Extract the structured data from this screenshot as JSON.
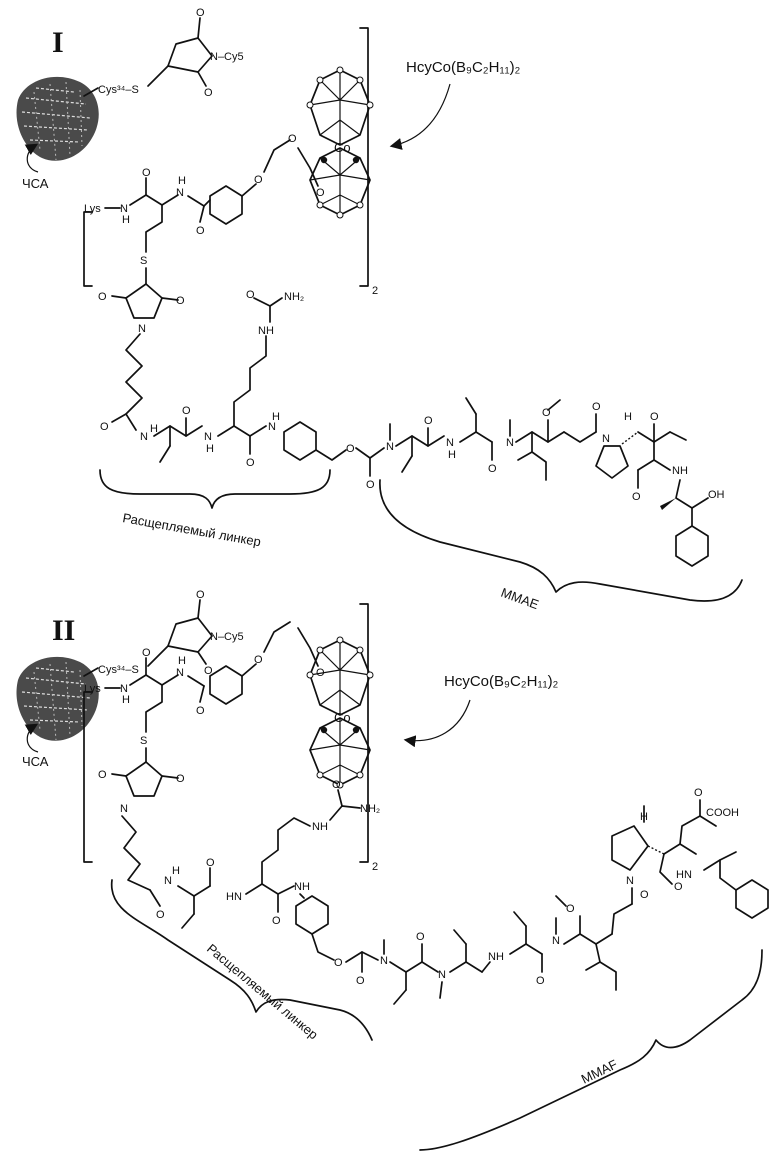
{
  "panels": [
    {
      "numeral": "I",
      "protein": "ЧСА",
      "cys_label": "Cys³⁴–S",
      "dye": "N–Cy5",
      "lys": "Lys",
      "cage_metal": "Co",
      "reagent": "HcyCo(B₉C₂H₁₁)₂",
      "multiplier": "2",
      "urea_group": "NH₂",
      "linker_label": "Расщепляемый линкер",
      "payload_label": "MMAE",
      "hydroxyl": "OH"
    },
    {
      "numeral": "II",
      "protein": "ЧСА",
      "cys_label": "Cys³⁴–S",
      "dye": "N–Cy5",
      "lys": "Lys",
      "cage_metal": "Co",
      "reagent": "HcyCo(B₉C₂H₁₁)₂",
      "multiplier": "2",
      "urea_group": "NH₂",
      "linker_label": "Расщепляемый линкер",
      "payload_label": "MMAF",
      "acid_group": "COOH"
    }
  ],
  "atoms": {
    "O": "O",
    "N": "N",
    "S": "S",
    "H": "H",
    "NH": "NH",
    "HN": "HN"
  }
}
